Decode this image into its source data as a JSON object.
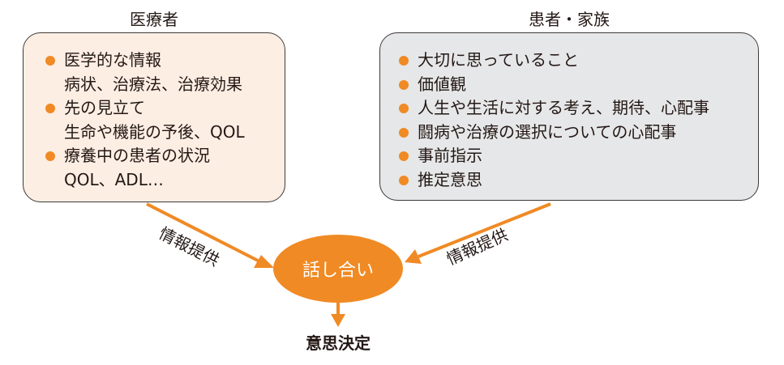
{
  "left_group": {
    "heading": "医療者",
    "items": [
      {
        "text": "医学的な情報",
        "sub": "病状、治療法、治療効果"
      },
      {
        "text": "先の見立て",
        "sub": "生命や機能の予後、QOL"
      },
      {
        "text": "療養中の患者の状況",
        "sub": "QOL、ADL…"
      }
    ]
  },
  "right_group": {
    "heading": "患者・家族",
    "items": [
      {
        "text": "大切に思っていること"
      },
      {
        "text": "価値観"
      },
      {
        "text": "人生や生活に対する考え、期待、心配事"
      },
      {
        "text": "闘病や治療の選択についての心配事"
      },
      {
        "text": "事前指示"
      },
      {
        "text": "推定意思"
      }
    ]
  },
  "edges": {
    "left_label": "情報提供",
    "right_label": "情報提供"
  },
  "center": {
    "label": "話し合い"
  },
  "result": {
    "label": "意思決定"
  },
  "colors": {
    "accent": "#f08a24",
    "left_box_fill": "#fdeee3",
    "right_box_fill": "#e6e7e8",
    "border": "#3e3a39",
    "text": "#231815"
  }
}
